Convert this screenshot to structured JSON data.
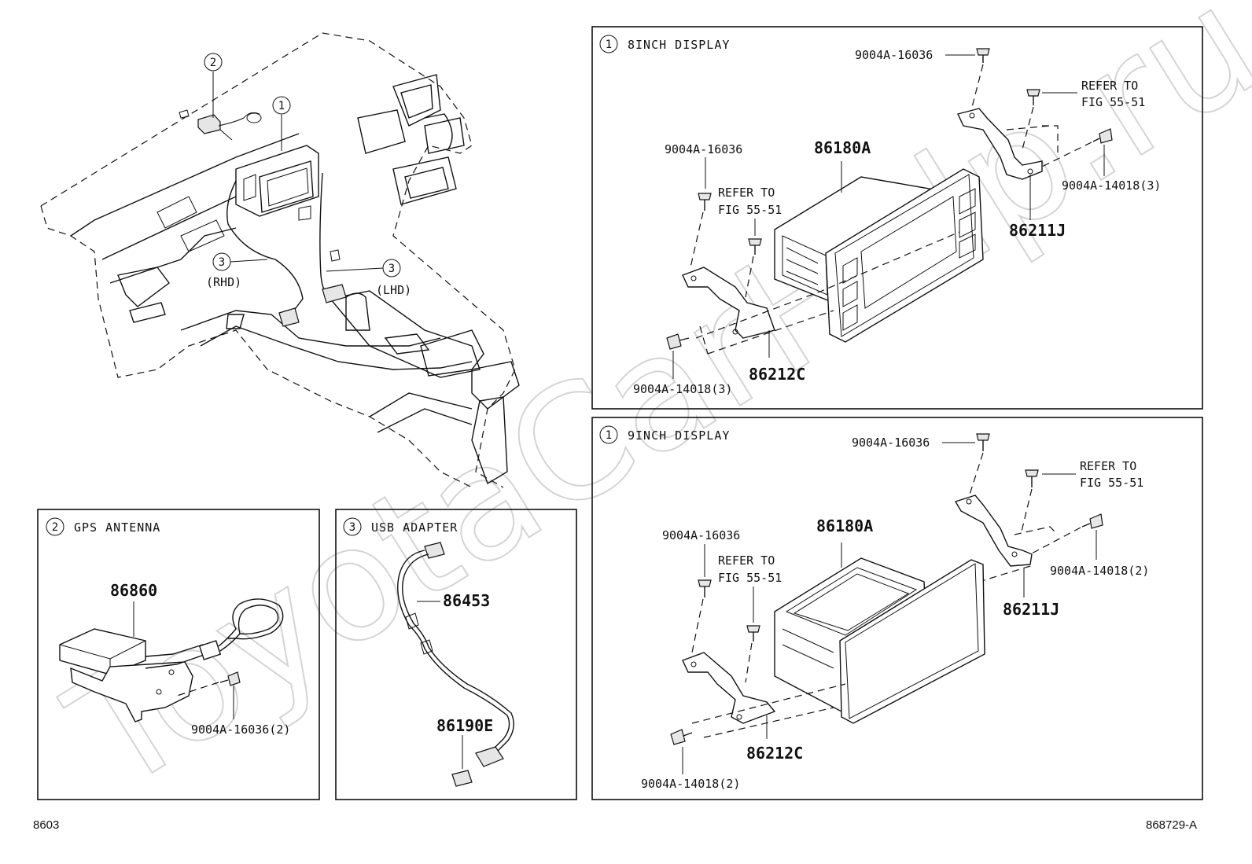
{
  "watermark": "ToyotaCarHelp.ru",
  "footer": {
    "left": "8603",
    "right": "868729-A"
  },
  "overview": {
    "callouts": [
      "1",
      "2",
      "3",
      "3"
    ],
    "rhd": "(RHD)",
    "lhd": "(LHD)"
  },
  "panel_8inch": {
    "num": "1",
    "title": "8INCH DISPLAY",
    "screw_top": "9004A-16036",
    "refer_right": [
      "REFER TO",
      "FIG 55-51"
    ],
    "screw_right": "9004A-14018(3)",
    "bracket_right": "86211J",
    "unit": "86180A",
    "screw_left_top": "9004A-16036",
    "refer_left": [
      "REFER TO",
      "FIG 55-51"
    ],
    "bracket_left": "86212C",
    "screw_bottom": "9004A-14018(3)"
  },
  "panel_9inch": {
    "num": "1",
    "title": "9INCH DISPLAY",
    "screw_top": "9004A-16036",
    "refer_right": [
      "REFER TO",
      "FIG 55-51"
    ],
    "screw_right": "9004A-14018(2)",
    "bracket_right": "86211J",
    "unit": "86180A",
    "screw_left_top": "9004A-16036",
    "refer_left": [
      "REFER TO",
      "FIG 55-51"
    ],
    "bracket_left": "86212C",
    "screw_bottom": "9004A-14018(2)"
  },
  "panel_gps": {
    "num": "2",
    "title": "GPS ANTENNA",
    "part": "86860",
    "screw": "9004A-16036(2)"
  },
  "panel_usb": {
    "num": "3",
    "title": "USB ADAPTER",
    "cable": "86453",
    "adapter": "86190E"
  }
}
